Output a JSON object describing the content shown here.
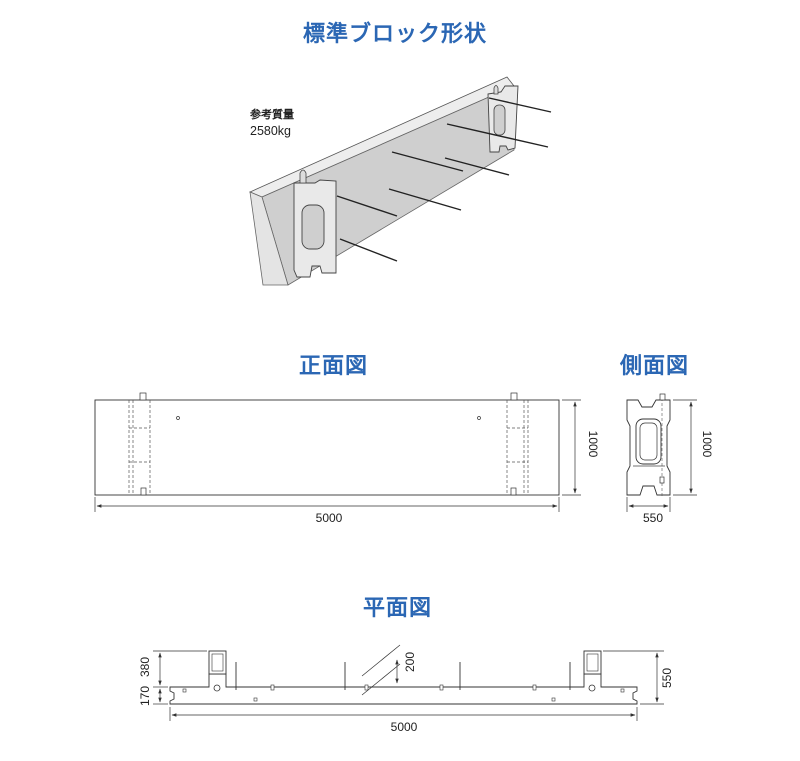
{
  "headings": {
    "perspective": "標準ブロック形状",
    "front": "正面図",
    "side": "側面図",
    "plan": "平面図"
  },
  "weight": {
    "label": "参考質量",
    "value": "2580kg"
  },
  "dimensions": {
    "front_width": "5000",
    "front_height": "1000",
    "side_width": "550",
    "side_height": "1000",
    "plan_width": "5000",
    "plan_depth": "550",
    "plan_offset_380": "380",
    "plan_offset_170": "170",
    "plan_tie_200": "200"
  },
  "colors": {
    "heading": "#2b67b4",
    "panel_face": "#cfcfcf",
    "line": "#333333"
  }
}
